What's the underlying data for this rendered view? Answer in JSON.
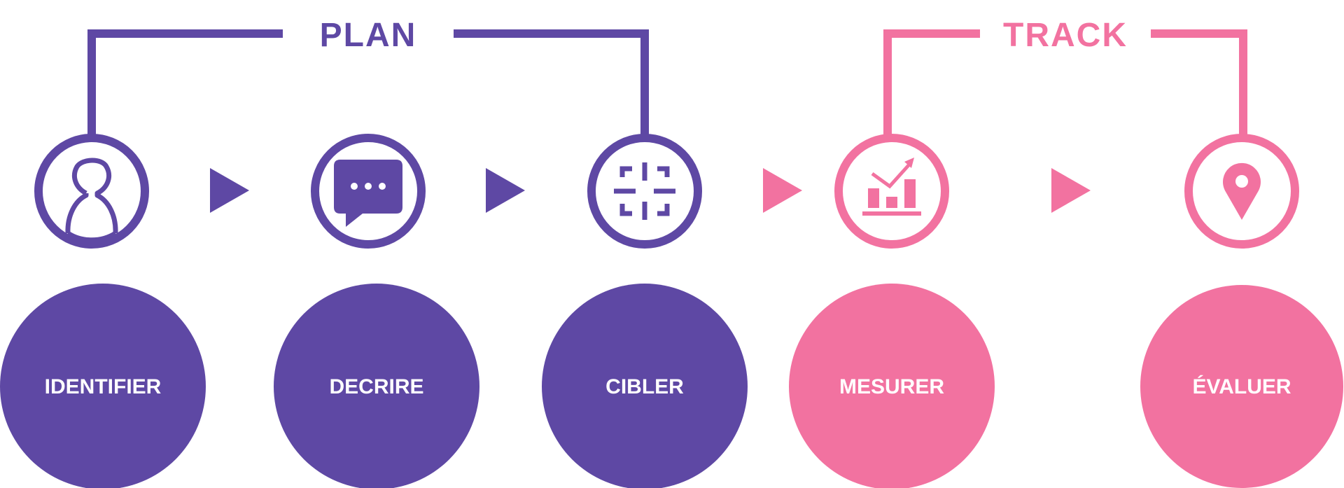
{
  "colors": {
    "plan": "#5e48a4",
    "track": "#f272a0",
    "background": "#ffffff"
  },
  "groups": {
    "plan": {
      "label": "PLAN"
    },
    "track": {
      "label": "TRACK"
    }
  },
  "steps": [
    {
      "label": "IDENTIFIER",
      "icon": "person-icon",
      "group": "plan"
    },
    {
      "label": "DECRIRE",
      "icon": "chat-bubble-icon",
      "group": "plan"
    },
    {
      "label": "CIBLER",
      "icon": "target-frame-icon",
      "group": "plan"
    },
    {
      "label": "MESURER",
      "icon": "bar-chart-icon",
      "group": "track"
    },
    {
      "label": "ÉVALUER",
      "icon": "location-pin-icon",
      "group": "track"
    }
  ]
}
